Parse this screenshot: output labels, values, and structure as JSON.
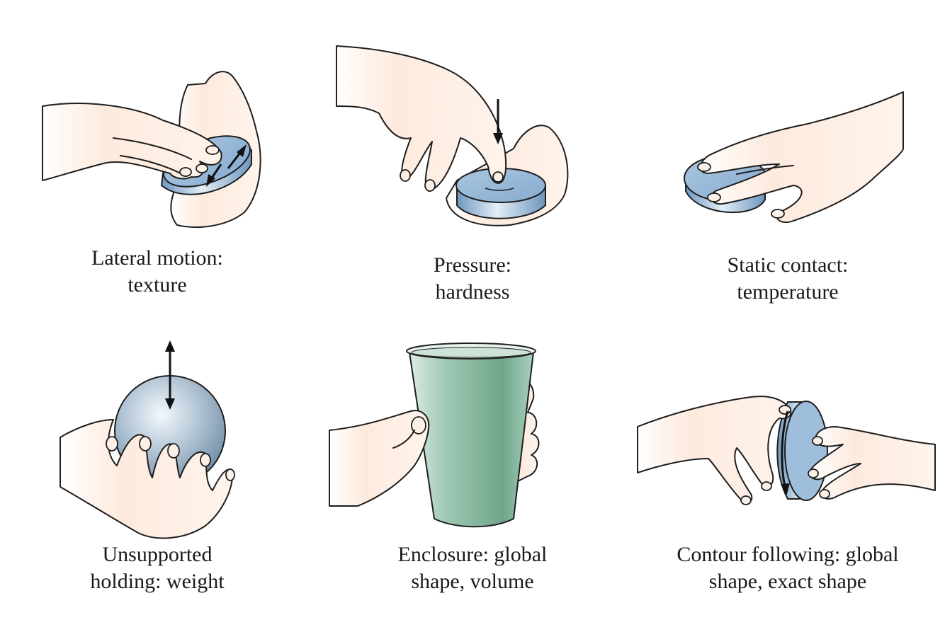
{
  "panels": [
    {
      "id": "lateral-motion",
      "caption_line1": "Lateral motion:",
      "caption_line2": "texture"
    },
    {
      "id": "pressure",
      "caption_line1": "Pressure:",
      "caption_line2": "hardness"
    },
    {
      "id": "static-contact",
      "caption_line1": "Static contact:",
      "caption_line2": "temperature"
    },
    {
      "id": "unsupported-holding",
      "caption_line1": "Unsupported",
      "caption_line2": "holding: weight"
    },
    {
      "id": "enclosure",
      "caption_line1": "Enclosure: global",
      "caption_line2": "shape, volume"
    },
    {
      "id": "contour-following",
      "caption_line1": "Contour following: global",
      "caption_line2": "shape, exact shape"
    }
  ],
  "colors": {
    "skin_light": "#fff3ea",
    "skin_shade": "#fbe0cf",
    "object_blue": "#8fb3d4",
    "object_blue_light": "#d8e6f2",
    "cup_green": "#8fbfaa",
    "cup_green_dark": "#5f9a80",
    "outline": "#1e1e1e"
  }
}
